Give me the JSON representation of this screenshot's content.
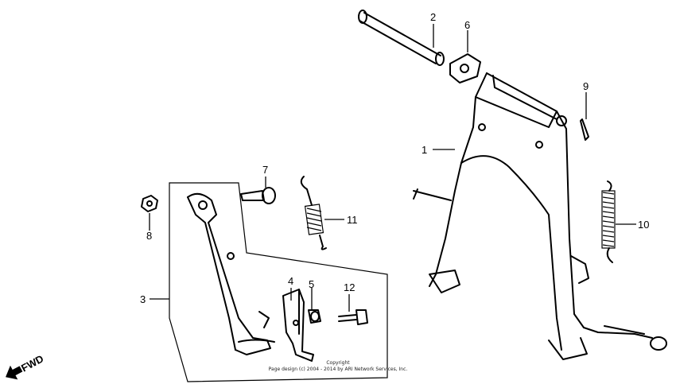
{
  "callouts": {
    "c1": "1",
    "c2": "2",
    "c3": "3",
    "c4": "4",
    "c5": "5",
    "c6": "6",
    "c7": "7",
    "c8": "8",
    "c9": "9",
    "c10": "10",
    "c11": "11",
    "c12": "12"
  },
  "fwd_label": "FWD",
  "copyright": {
    "line1": "Copyright",
    "line2": "Page design (c) 2004 - 2014 by ARI Network Services, Inc."
  }
}
